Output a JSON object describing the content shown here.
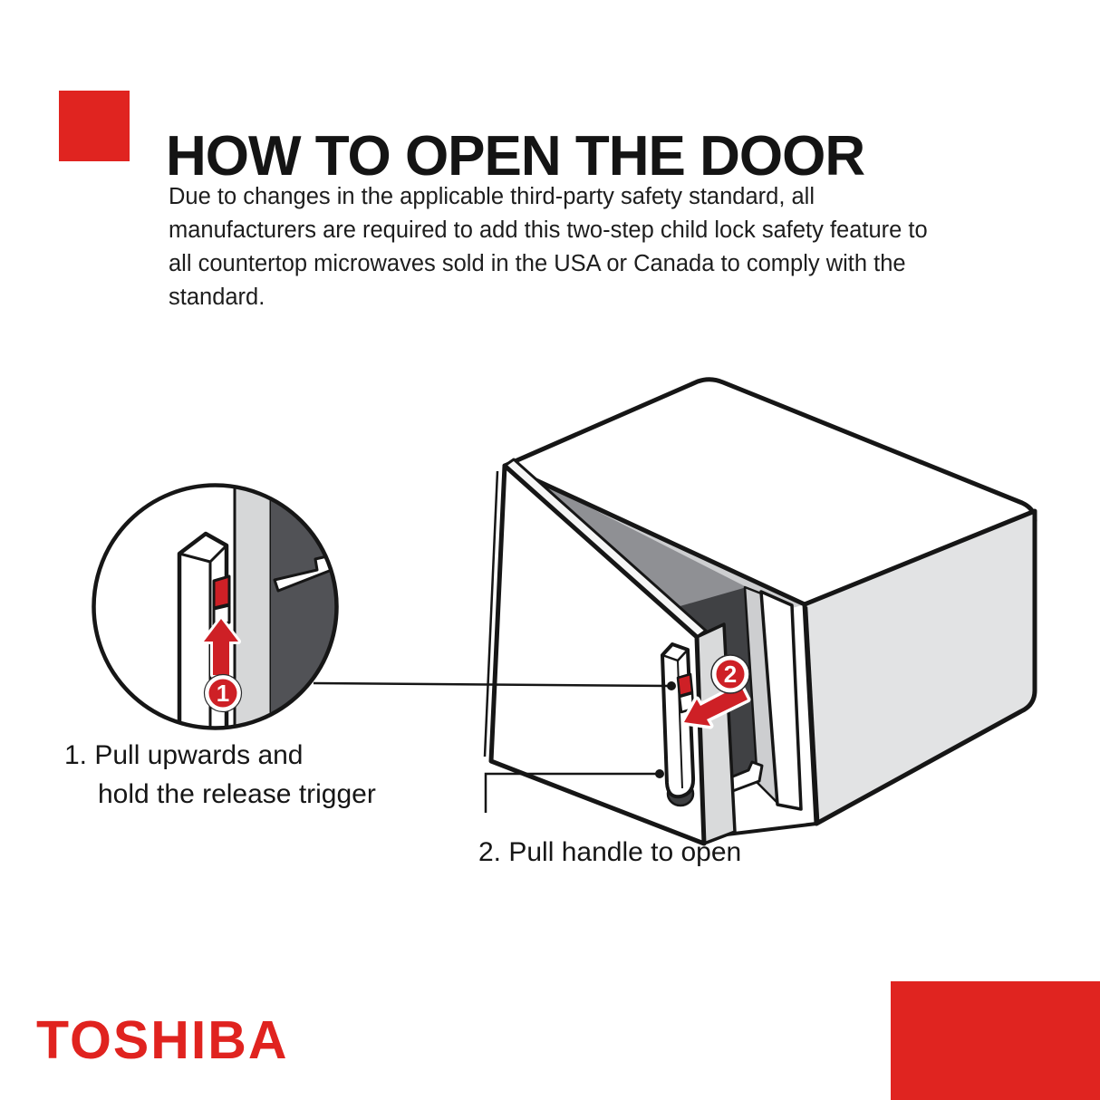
{
  "header": {
    "title": "HOW TO OPEN THE DOOR",
    "paragraph_lines": [
      "Due to changes in the applicable third-party safety standard, all",
      "manufacturers are required to add this two-step child lock safety feature to",
      "all countertop microwaves sold in the USA or Canada to comply with the",
      "standard."
    ]
  },
  "diagram": {
    "description": "Line drawing of a countertop microwave with its door open, plus a circular zoom detail of the door handle release trigger",
    "step1": {
      "badge": "1",
      "line1": "1. Pull upwards and",
      "line2": "hold the release trigger"
    },
    "step2": {
      "badge": "2",
      "label": "2. Pull handle to open"
    }
  },
  "footer": {
    "brand_logo": "TOSHIBA"
  },
  "colors": {
    "accent_red": "#ce2026",
    "brand_red": "#e0231f",
    "line_black": "#161616",
    "side_gray": "#e2e3e4",
    "door_edge_gray": "#d6d7d8",
    "wedge_light_gray": "#cdced0",
    "wedge_mid_gray": "#8f9094",
    "cavity_dark": "#404144",
    "inset_dark": "#515256"
  }
}
